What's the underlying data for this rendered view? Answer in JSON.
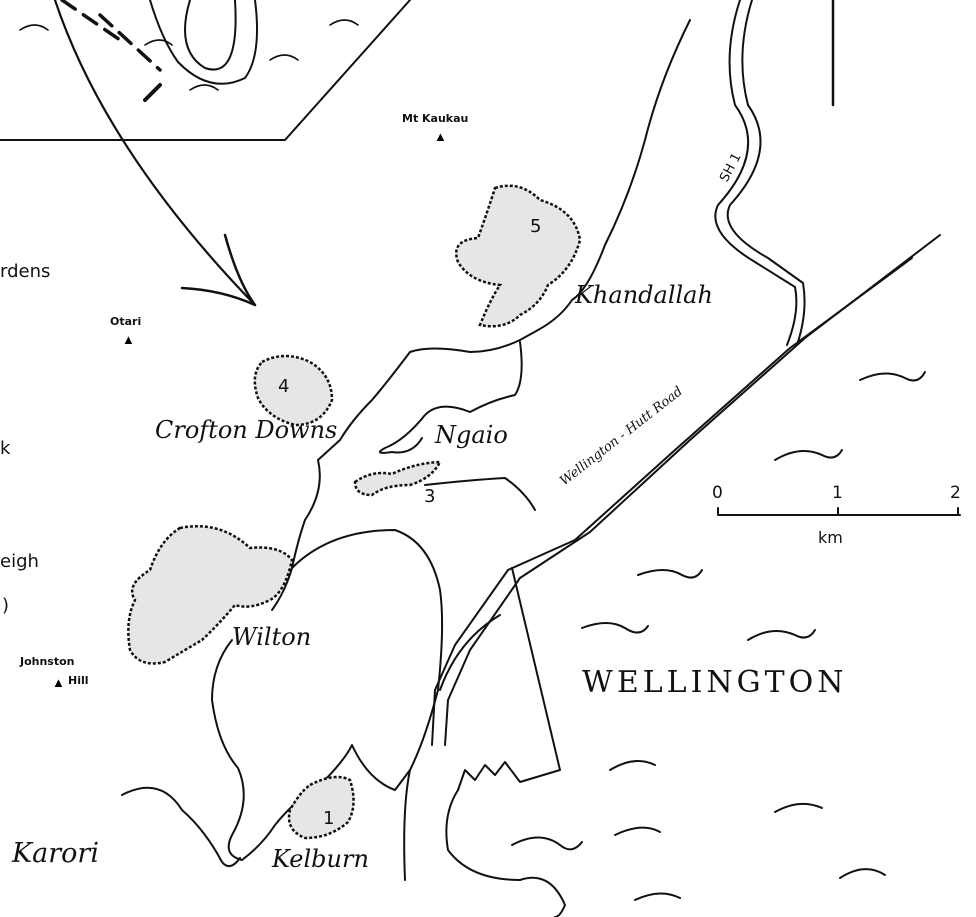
{
  "places": {
    "wellington": "WELLINGTON",
    "karori": "Karori",
    "kelburn": "Kelburn",
    "wilton": "Wilton",
    "crofton_downs": "Crofton Downs",
    "ngaio": "Ngaio",
    "khandallah": "Khandallah"
  },
  "peaks": {
    "mt_kaukau": "Mt Kaukau",
    "otari": "Otari",
    "johnston_hill_line1": "Johnston",
    "johnston_hill_line2": "Hill",
    "peak_symbol": "▲"
  },
  "roads": {
    "sh1": "SH 1",
    "hutt_road": "Wellington - Hutt Road"
  },
  "areas": {
    "a1": "1",
    "a3": "3",
    "a4": "4",
    "a5": "5"
  },
  "scale": {
    "t0": "0",
    "t1": "1",
    "t2": "2",
    "unit": "km"
  },
  "cutoff_labels": {
    "gardens": "rdens",
    "k": "k",
    "leigh": "eigh",
    "paren": ")"
  },
  "colors": {
    "ink": "#111111",
    "stipple": "#555555",
    "background": "#ffffff"
  }
}
